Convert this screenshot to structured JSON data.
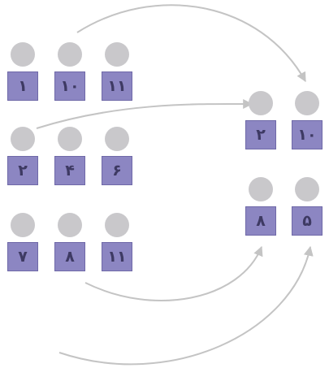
{
  "left_group": {
    "rows": [
      [
        "۱",
        "۱۰",
        "۱۱"
      ],
      [
        "۲",
        "۴",
        "۶"
      ],
      [
        "۷",
        "۸",
        "۱۱"
      ]
    ]
  },
  "right_group": {
    "rows": [
      [
        "۲",
        "۱۰"
      ],
      [
        "۸",
        "۵"
      ]
    ]
  },
  "colors": {
    "card": "#8c86c2",
    "head": "#c9c8cb",
    "arrow": "#c4c4c4"
  }
}
